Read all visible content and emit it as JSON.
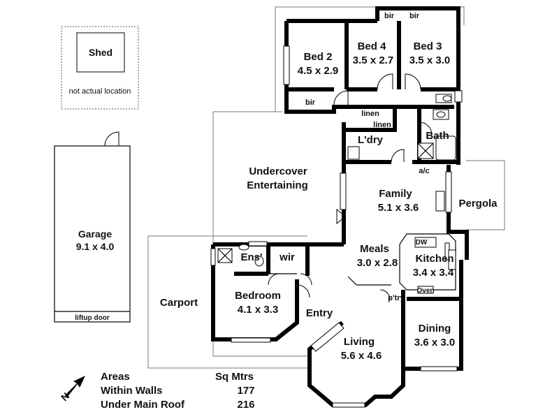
{
  "rooms": {
    "shed": {
      "name": "Shed",
      "note": "not actual location"
    },
    "garage": {
      "name": "Garage",
      "size": "9.1 x 4.0",
      "door": "liftup door"
    },
    "bed2": {
      "name": "Bed 2",
      "size": "4.5 x 2.9"
    },
    "bed4": {
      "name": "Bed 4",
      "size": "3.5 x 2.7"
    },
    "bed3": {
      "name": "Bed 3",
      "size": "3.5 x 3.0"
    },
    "undercover": {
      "name1": "Undercover",
      "name2": "Entertaining"
    },
    "laundry": {
      "name": "L'dry"
    },
    "bath": {
      "name": "Bath"
    },
    "family": {
      "name": "Family",
      "size": "5.1 x 3.6"
    },
    "pergola": {
      "name": "Pergola"
    },
    "meals": {
      "name": "Meals",
      "size": "3.0 x 2.8"
    },
    "kitchen": {
      "name": "Kitchen",
      "size": "3.4 x 3.4"
    },
    "carport": {
      "name": "Carport"
    },
    "bedroom": {
      "name": "Bedroom",
      "size": "4.1 x 3.3"
    },
    "ensuite": {
      "name": "Ens'"
    },
    "wir": {
      "name": "wir"
    },
    "entry": {
      "name": "Entry"
    },
    "living": {
      "name": "Living",
      "size": "5.6 x 4.6"
    },
    "dining": {
      "name": "Dining",
      "size": "3.6 x 3.0"
    }
  },
  "small_labels": {
    "bir": "bir",
    "linen": "linen",
    "ac": "a/c",
    "dw": "DW",
    "pantry": "p'try",
    "oven": "Oven"
  },
  "areas": {
    "heading": "Areas",
    "unit_heading": "Sq Mtrs",
    "rows": [
      {
        "label": "Within Walls",
        "value": "177"
      },
      {
        "label": "Under Main Roof",
        "value": "216"
      }
    ]
  },
  "compass": {
    "letter": "N"
  }
}
